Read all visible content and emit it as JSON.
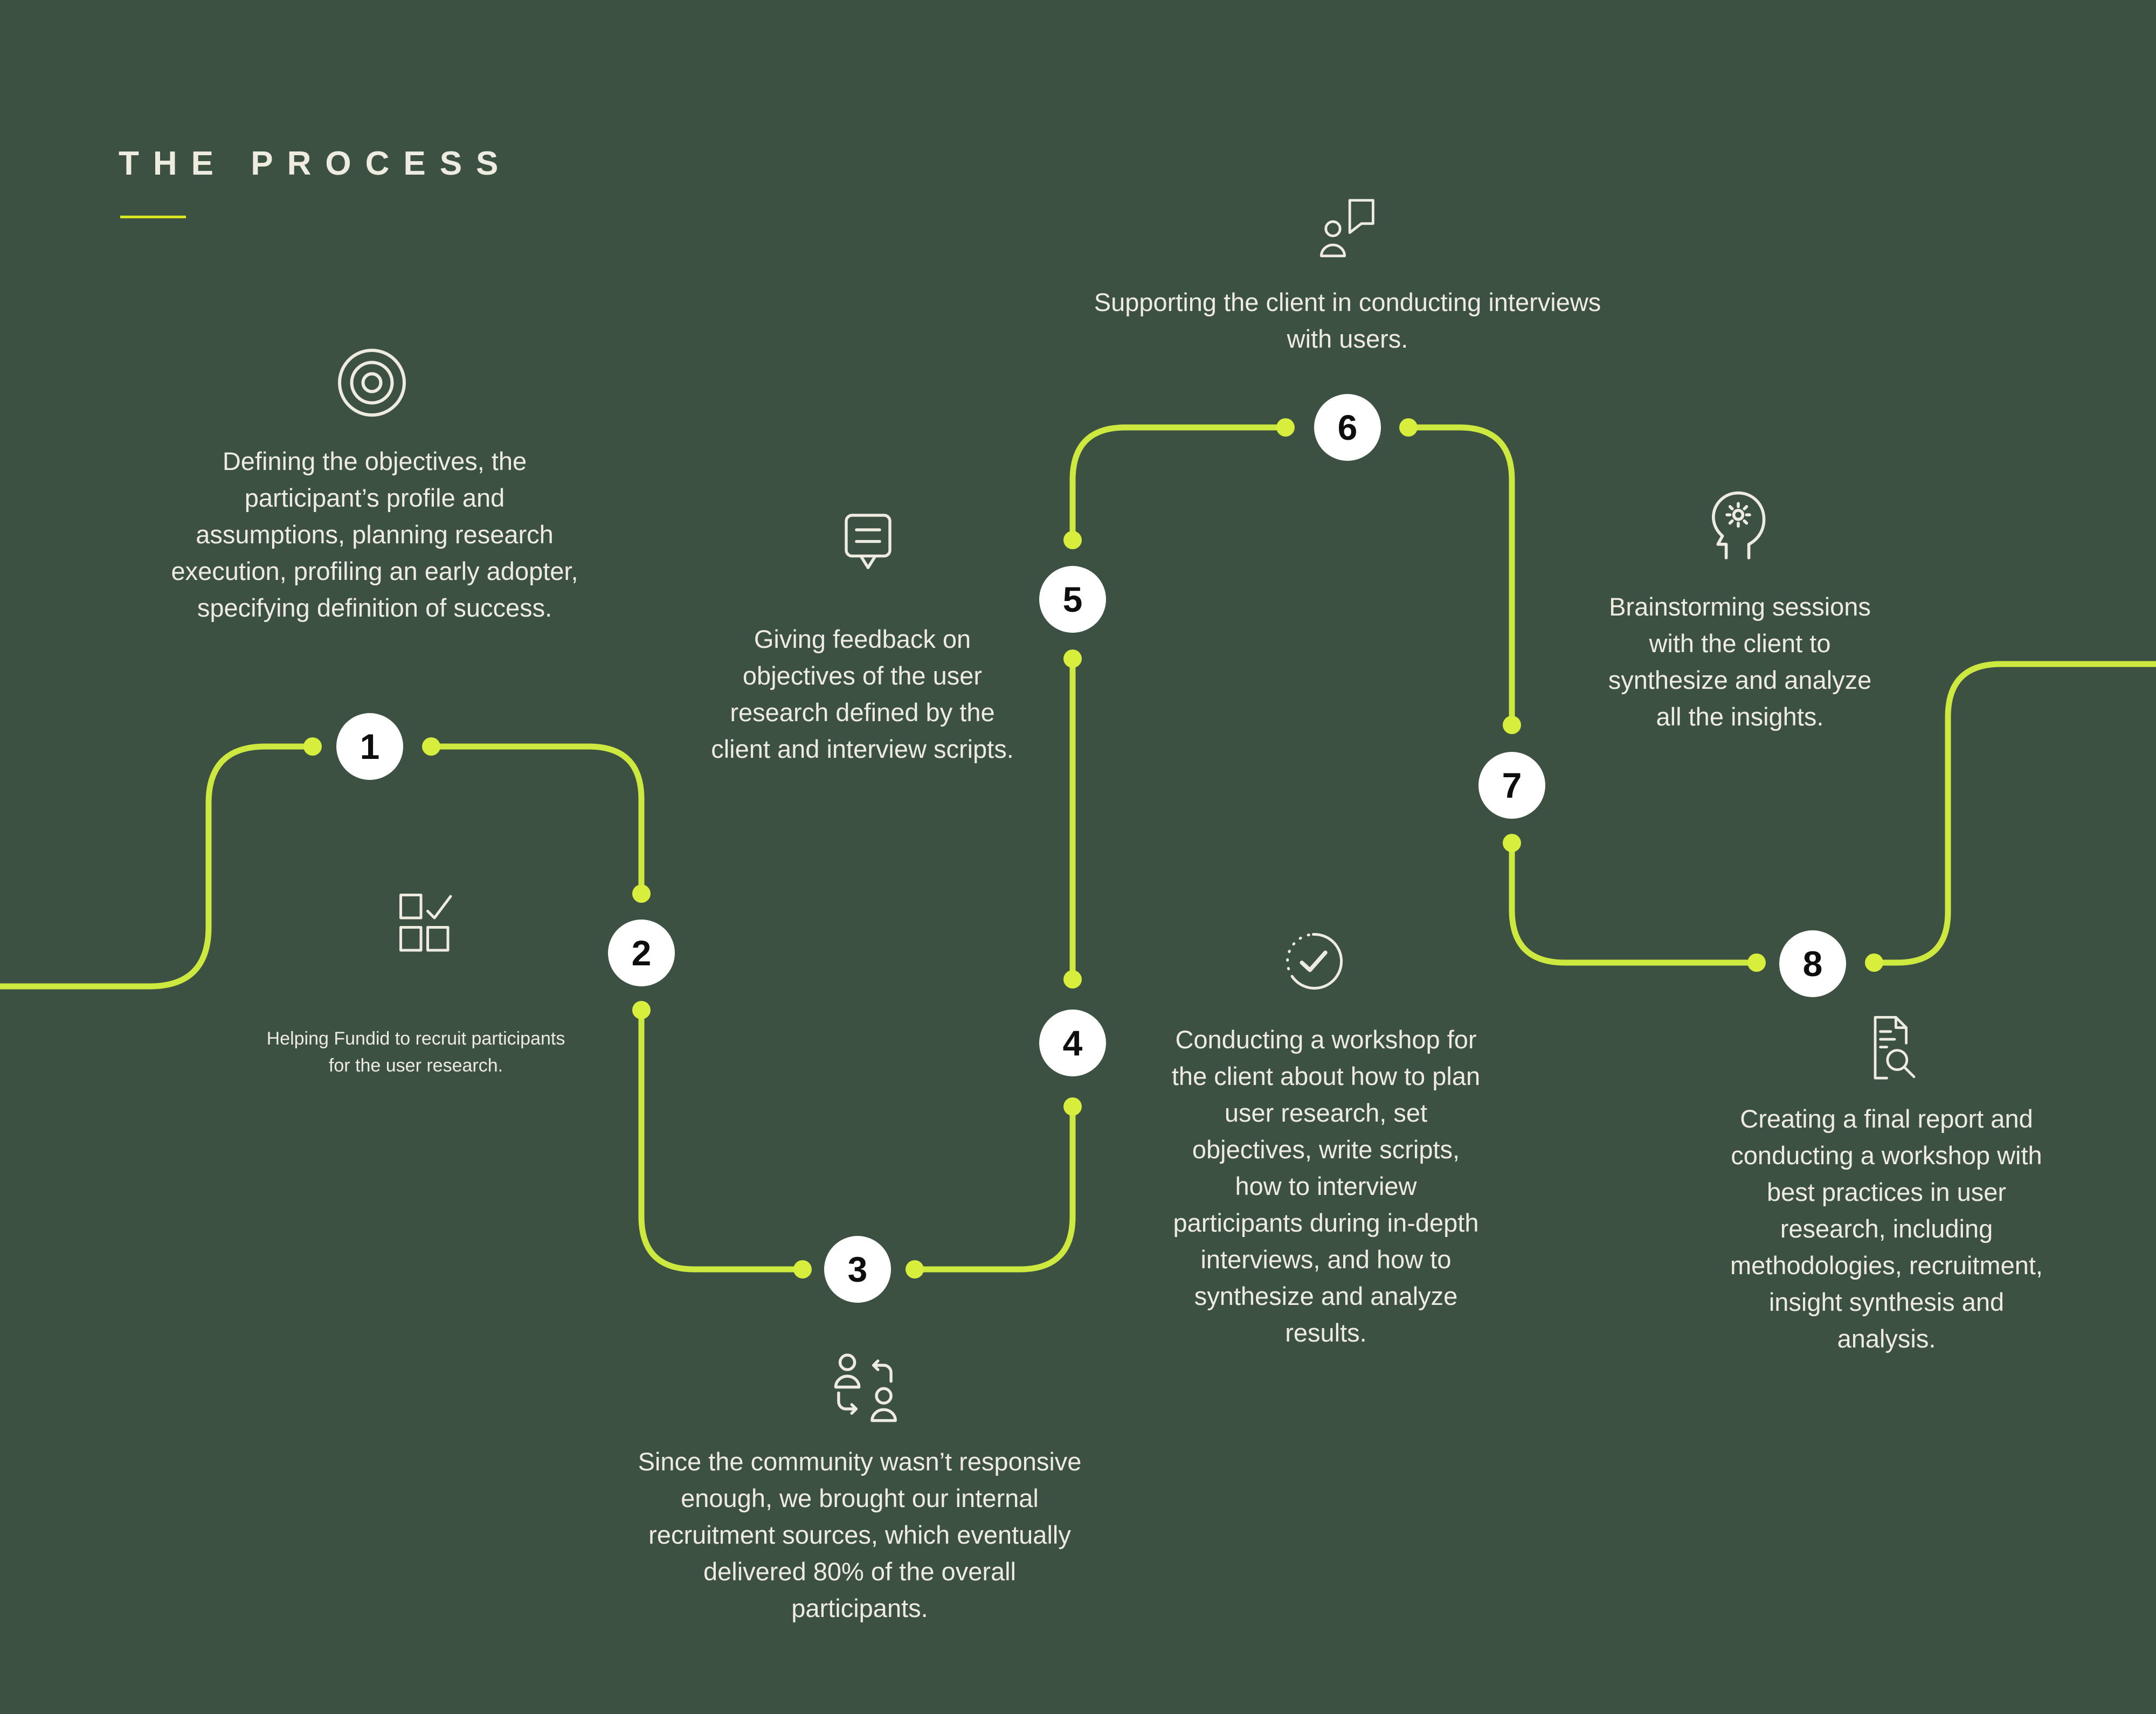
{
  "title": {
    "text": "THE PROCESS"
  },
  "colors": {
    "background": "#3D5143",
    "connector_line": "#CDE83E",
    "connector_dot": "#D8EE3C",
    "title_underline": "#D9E822",
    "text": "#EEEBE1",
    "circle_background": "#FFFFFF",
    "circle_number": "#0E0E0E"
  },
  "steps": [
    {
      "number": "1",
      "icon": "target-icon",
      "text": "Defining the objectives, the participant’s profile and assumptions, planning research execution, profiling an early adopter, specifying definition of success."
    },
    {
      "number": "2",
      "icon": "checklist-icon",
      "text": "Helping Fundid to recruit participants for the user research."
    },
    {
      "number": "3",
      "icon": "people-swap-icon",
      "text": "Since the community wasn’t responsive enough, we brought our internal recruitment sources, which eventually delivered 80% of the overall participants."
    },
    {
      "number": "4",
      "icon": "check-circle-icon",
      "text": "Conducting a workshop for the client about how to plan user research, set objectives, write scripts, how to interview participants during in-depth interviews, and how to synthesize and analyze results."
    },
    {
      "number": "5",
      "icon": "comment-icon",
      "text": "Giving feedback on objectives of the user research defined by the client and interview scripts."
    },
    {
      "number": "6",
      "icon": "person-bubble-icon",
      "text": "Supporting the client in conducting interviews with users."
    },
    {
      "number": "7",
      "icon": "head-gear-icon",
      "text": "Brainstorming sessions with the client to synthesize and analyze all the insights."
    },
    {
      "number": "8",
      "icon": "doc-search-icon",
      "text": "Creating a final report and conducting a workshop with best practices in user research, including methodologies, recruitment, insight synthesis and analysis."
    }
  ]
}
